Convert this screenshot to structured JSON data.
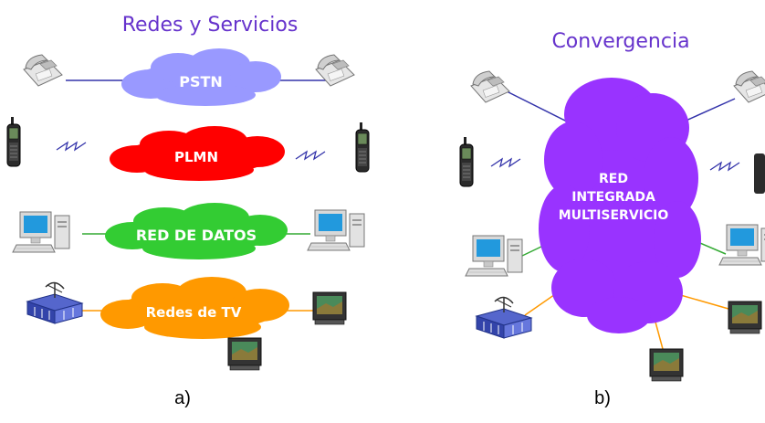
{
  "panel_a": {
    "title": "Redes y Servicios",
    "caption": "a)",
    "clouds": [
      {
        "label": "PSTN",
        "color": "#9999ff"
      },
      {
        "label": "PLMN",
        "color": "#ff0000"
      },
      {
        "label": "RED DE DATOS",
        "color": "#33cc33"
      },
      {
        "label": "Redes de TV",
        "color": "#ff9900"
      }
    ]
  },
  "panel_b": {
    "title": "Convergencia",
    "caption": "b)",
    "cloud": {
      "label_lines": [
        "RED",
        "INTEGRADA",
        "MULTISERVICIO"
      ],
      "color": "#9933ff"
    }
  },
  "colors": {
    "title": "#6633cc",
    "line_phone": "#3333aa",
    "line_data": "#33aa33",
    "line_tv": "#ff9900"
  },
  "icons": [
    "telephone-icon",
    "mobile-phone-icon",
    "radio-wave-icon",
    "computer-icon",
    "satellite-station-icon",
    "television-icon"
  ]
}
